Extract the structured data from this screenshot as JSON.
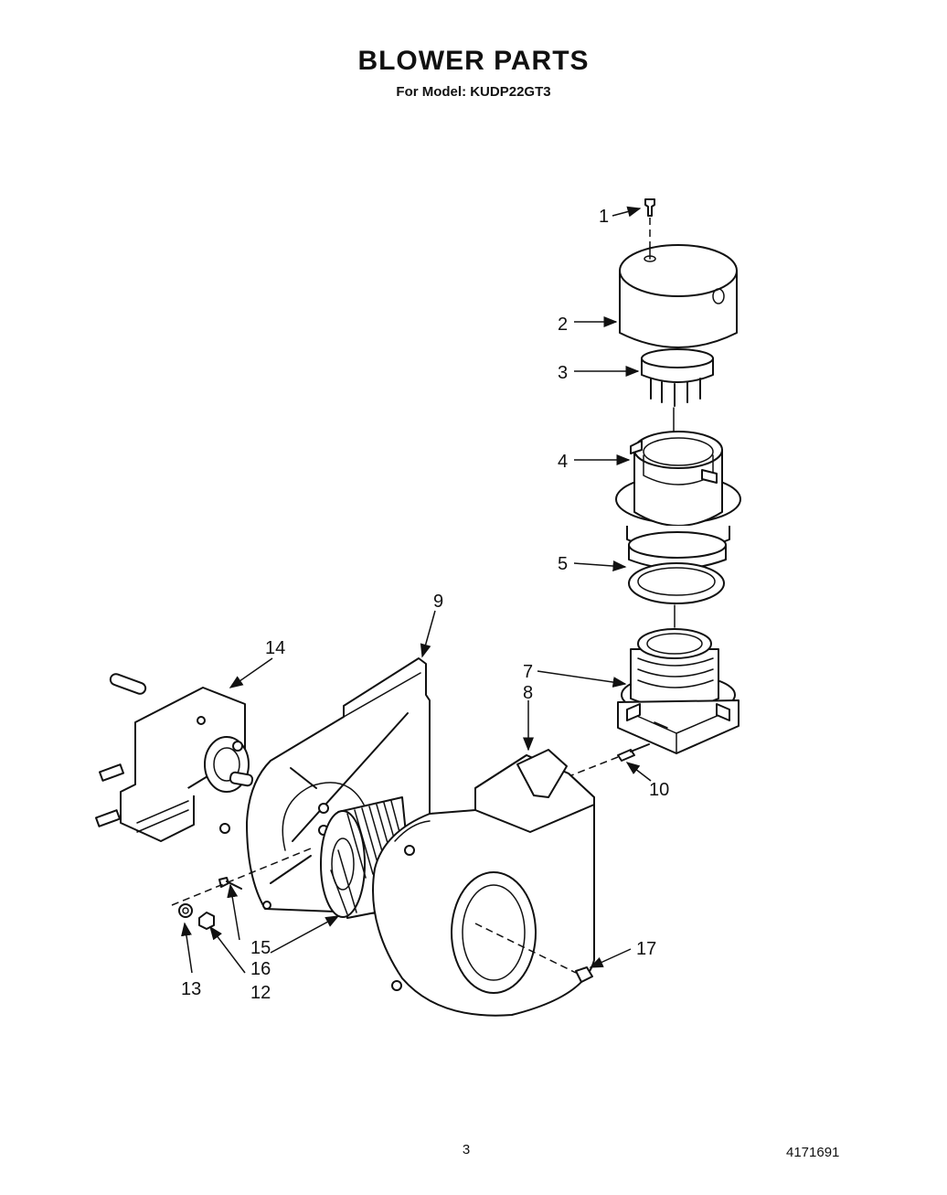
{
  "header": {
    "title": "BLOWER PARTS",
    "subtitle": "For Model: KUDP22GT3"
  },
  "callouts": {
    "c1": "1",
    "c2": "2",
    "c3": "3",
    "c4": "4",
    "c5": "5",
    "c7": "7",
    "c8": "8",
    "c9": "9",
    "c10": "10",
    "c12": "12",
    "c13": "13",
    "c14": "14",
    "c15": "15",
    "c16": "16",
    "c17": "17"
  },
  "footer": {
    "page_number": "3",
    "document_number": "4171691"
  }
}
